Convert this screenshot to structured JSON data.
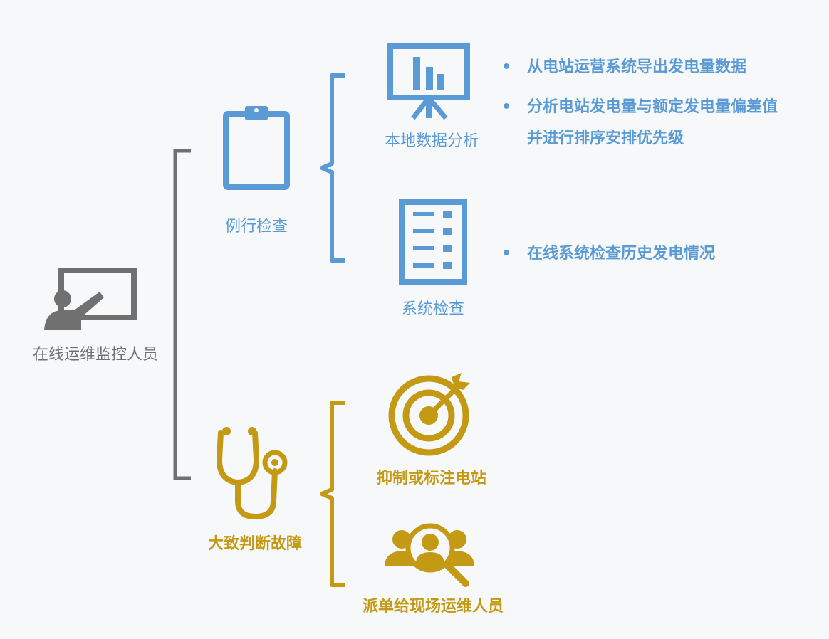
{
  "root": {
    "label": "在线运维监控人员",
    "icon": "presenter-board-icon"
  },
  "branches": [
    {
      "label": "例行检查",
      "icon": "clipboard-icon",
      "color": "#5b9bd5",
      "children": [
        {
          "label": "本地数据分析",
          "icon": "presentation-chart-icon",
          "bullets": [
            "从电站运营系统导出发电量数据",
            "分析电站发电量与额定发电量偏差值",
            "并进行排序安排优先级"
          ]
        },
        {
          "label": "系统检查",
          "icon": "checklist-document-icon",
          "bullets": [
            "在线系统检查历史发电情况"
          ]
        }
      ]
    },
    {
      "label": "大致判断故障",
      "icon": "stethoscope-icon",
      "color": "#c49a14",
      "children": [
        {
          "label": "抑制或标注电站",
          "icon": "target-arrow-icon"
        },
        {
          "label": "派单给现场运维人员",
          "icon": "people-search-icon"
        }
      ]
    }
  ],
  "colors": {
    "blue": "#5b9bd5",
    "gold": "#c49a14",
    "gray": "#707070"
  }
}
